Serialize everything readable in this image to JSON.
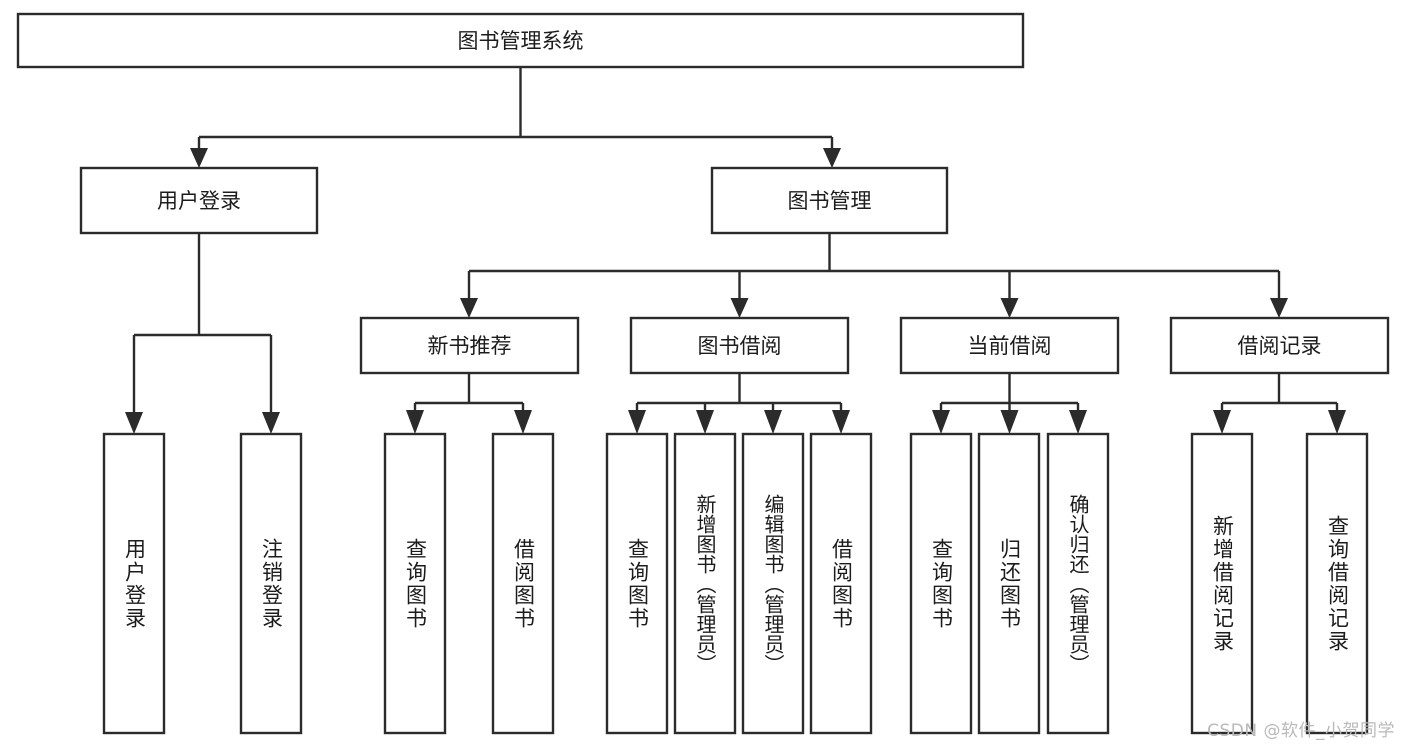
{
  "diagram": {
    "title": "图书管理系统",
    "type": "tree-hierarchy",
    "root": {
      "id": "root",
      "label": "图书管理系统"
    },
    "level2": [
      {
        "id": "user-login",
        "label": "用户登录"
      },
      {
        "id": "book-manage",
        "label": "图书管理"
      }
    ],
    "level3": [
      {
        "id": "new-book-rec",
        "label": "新书推荐",
        "parent": "book-manage"
      },
      {
        "id": "book-borrow",
        "label": "图书借阅",
        "parent": "book-manage"
      },
      {
        "id": "current-borrow",
        "label": "当前借阅",
        "parent": "book-manage"
      },
      {
        "id": "borrow-record",
        "label": "借阅记录",
        "parent": "book-manage"
      }
    ],
    "leaves": [
      {
        "id": "leaf-user-login",
        "label": "用户登录",
        "parent": "user-login"
      },
      {
        "id": "leaf-logout",
        "label": "注销登录",
        "parent": "user-login"
      },
      {
        "id": "leaf-query-book-1",
        "label": "查询图书",
        "parent": "new-book-rec"
      },
      {
        "id": "leaf-borrow-book-1",
        "label": "借阅图书",
        "parent": "new-book-rec"
      },
      {
        "id": "leaf-query-book-2",
        "label": "查询图书",
        "parent": "book-borrow"
      },
      {
        "id": "leaf-add-book",
        "label": "新增图书（管理员）",
        "parent": "book-borrow"
      },
      {
        "id": "leaf-edit-book",
        "label": "编辑图书（管理员）",
        "parent": "book-borrow"
      },
      {
        "id": "leaf-borrow-book-2",
        "label": "借阅图书",
        "parent": "book-borrow"
      },
      {
        "id": "leaf-query-book-3",
        "label": "查询图书",
        "parent": "current-borrow"
      },
      {
        "id": "leaf-return-book",
        "label": "归还图书",
        "parent": "current-borrow"
      },
      {
        "id": "leaf-confirm-return",
        "label": "确认归还（管理员）",
        "parent": "current-borrow"
      },
      {
        "id": "leaf-add-record",
        "label": "新增借阅记录",
        "parent": "borrow-record"
      },
      {
        "id": "leaf-query-record",
        "label": "查询借阅记录",
        "parent": "borrow-record"
      }
    ]
  },
  "watermark": {
    "text": "CSDN @软件_小贺同学"
  },
  "colors": {
    "stroke": "#2b2b2b",
    "fill": "#ffffff",
    "text": "#1c1c1c",
    "watermark": "#b9b9b9"
  }
}
